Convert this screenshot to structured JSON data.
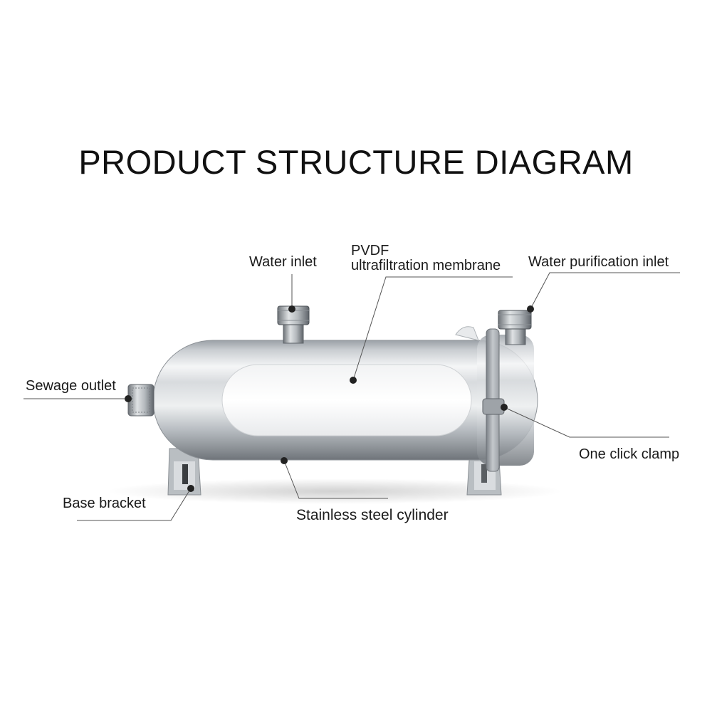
{
  "title": "PRODUCT STRUCTURE DIAGRAM",
  "labels": {
    "water_inlet": "Water inlet",
    "pvdf_line1": "PVDF",
    "pvdf_line2": "ultrafiltration membrane",
    "water_purification_inlet": "Water purification inlet",
    "sewage_outlet": "Sewage outlet",
    "one_click_clamp": "One click clamp",
    "base_bracket": "Base bracket",
    "stainless_steel_cylinder": "Stainless steel cylinder"
  },
  "colors": {
    "leader_line": "#555555",
    "dot": "#222222",
    "steel_dark": "#8f9499",
    "steel_light": "#f4f5f6"
  }
}
